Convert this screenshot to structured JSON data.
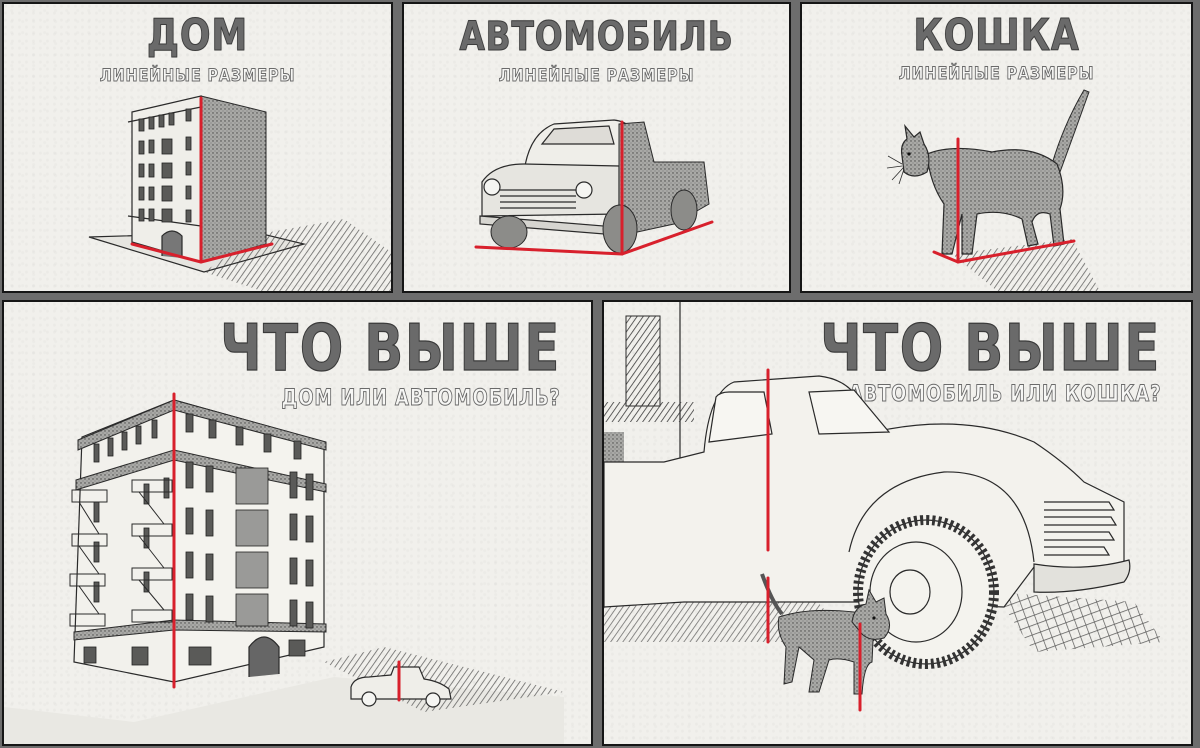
{
  "colors": {
    "background_gutter": "#6d6d6d",
    "panel_paper": "#f1f0ec",
    "panel_border": "#161616",
    "title_fill": "#6a6a6a",
    "subtitle_fill": "#f6f6f4",
    "measure_line": "#d8202c"
  },
  "panels": [
    {
      "id": "house",
      "title": "ДОМ",
      "subtitle": "ЛИНЕЙНЫЕ РАЗМЕРЫ",
      "illustration": "building-sketch-with-red-measure-lines"
    },
    {
      "id": "car",
      "title": "АВТОМОБИЛЬ",
      "subtitle": "ЛИНЕЙНЫЕ РАЗМЕРЫ",
      "illustration": "pickup-truck-sketch-with-red-measure-lines"
    },
    {
      "id": "cat",
      "title": "КОШКА",
      "subtitle": "ЛИНЕЙНЫЕ РАЗМЕРЫ",
      "illustration": "cat-sketch-with-red-measure-lines"
    },
    {
      "id": "house-vs-car",
      "title": "ЧТО ВЫШЕ",
      "subtitle": "ДОМ ИЛИ АВТОМОБИЛЬ?",
      "illustration": "building-and-small-truck-comparison"
    },
    {
      "id": "car-vs-cat",
      "title": "ЧТО ВЫШЕ",
      "subtitle": "АВТОМОБИЛЬ ИЛИ КОШКА?",
      "illustration": "truck-closeup-and-cat-comparison"
    }
  ]
}
